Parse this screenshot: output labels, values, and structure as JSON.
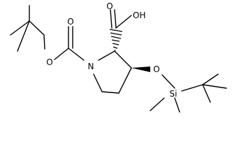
{
  "molecule": {
    "atoms": {
      "oh": "OH",
      "o_carbonyl_acid": "O",
      "o_carbonyl_boc": "O",
      "o_ester_boc": "O",
      "n_ring": "N",
      "o_ether": "O",
      "si": "Si"
    },
    "colors": {
      "bond": "#000000",
      "label": "#000000",
      "background": "#ffffff"
    }
  }
}
